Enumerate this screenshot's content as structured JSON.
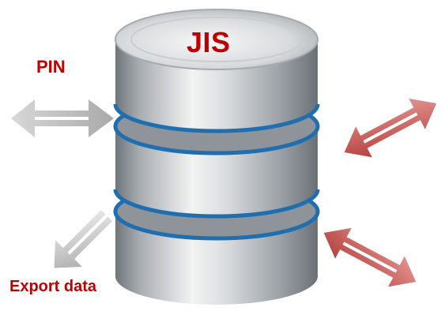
{
  "database": {
    "title": "JIS"
  },
  "labels": {
    "pin": "PIN",
    "export": "Export data"
  },
  "colors": {
    "title": "#c00000",
    "arrow_gray": "#b5b5b5",
    "arrow_red": "#c0504d",
    "band_blue": "#1f6fb0",
    "cylinder_light": "#f3f3f3",
    "cylinder_mid": "#a8adb2",
    "cylinder_dark": "#6f757a"
  },
  "arrows": [
    {
      "name": "pin-exchange",
      "style": "double",
      "color": "gray"
    },
    {
      "name": "right-upper-exchange",
      "style": "double",
      "color": "red"
    },
    {
      "name": "right-lower-exchange",
      "style": "double",
      "color": "red"
    },
    {
      "name": "export-out",
      "style": "single",
      "color": "gray"
    }
  ]
}
